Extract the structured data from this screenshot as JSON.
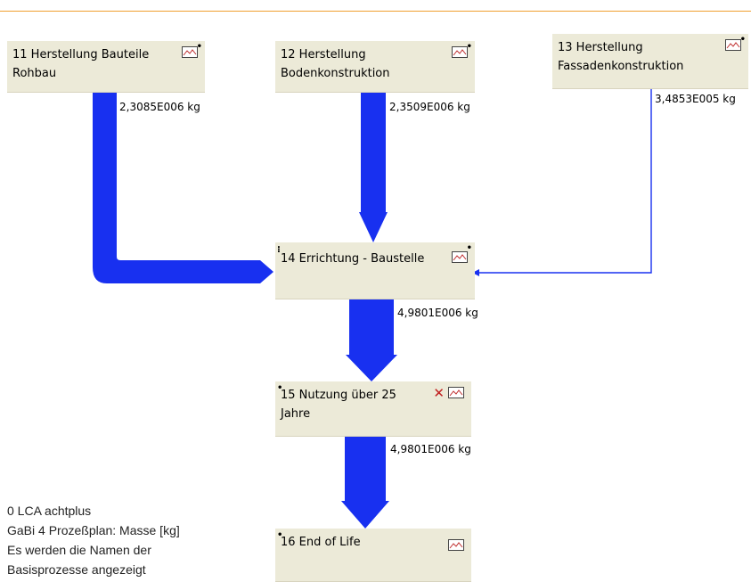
{
  "processes": [
    {
      "id": "11",
      "label": "11 Herstellung Bauteile\nRohbau"
    },
    {
      "id": "12",
      "label": "12 Herstellung\nBodenkonstruktion"
    },
    {
      "id": "13",
      "label": "13 Herstellung\nFassadenkonstruktion"
    },
    {
      "id": "14",
      "label": "14 Errichtung - Baustelle"
    },
    {
      "id": "15",
      "label": "15 Nutzung über 25\nJahre",
      "flag": "✕"
    },
    {
      "id": "16",
      "label": "16 End of Life"
    }
  ],
  "flows": [
    {
      "from": "11",
      "to": "14",
      "amount": "2,3085E006 kg"
    },
    {
      "from": "12",
      "to": "14",
      "amount": "2,3509E006 kg"
    },
    {
      "from": "13",
      "to": "14",
      "amount": "3,4853E005 kg"
    },
    {
      "from": "14",
      "to": "15",
      "amount": "4,9801E006 kg"
    },
    {
      "from": "15",
      "to": "16",
      "amount": "4,9801E006 kg"
    }
  ],
  "legend": {
    "line1": "0 LCA achtplus",
    "line2": "GaBi 4 Prozeßplan: Masse [kg]",
    "line3": "Es werden die Namen der",
    "line4": "Basisprozesse angezeigt"
  },
  "colors": {
    "flow": "#1830f0",
    "box": "#ecead8",
    "accent_line": "#f0a030"
  },
  "icon": "process-diagram-icon"
}
